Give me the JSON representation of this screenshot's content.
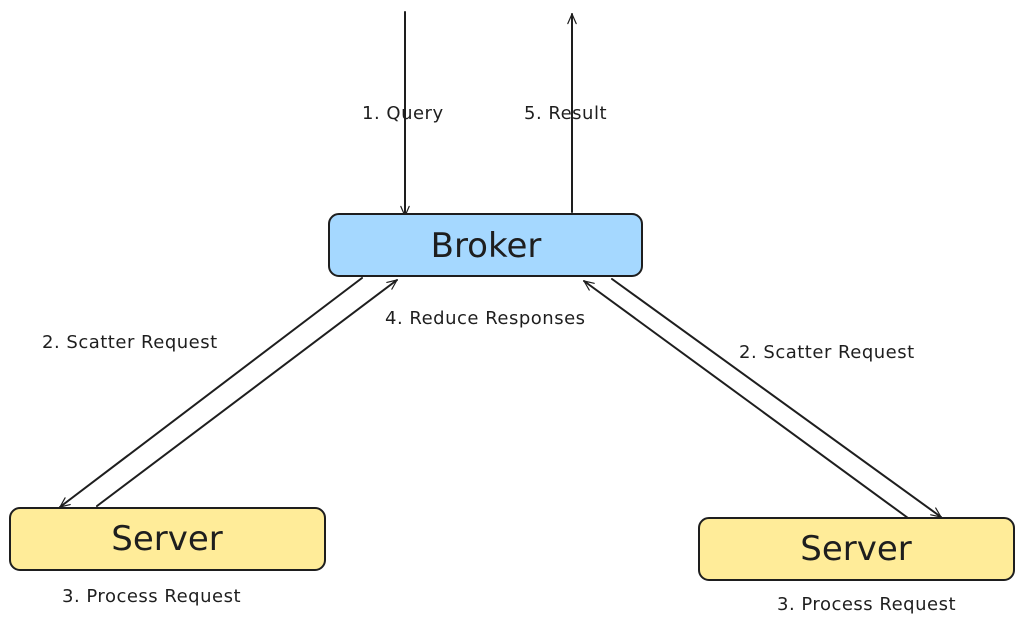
{
  "nodes": {
    "broker": {
      "label": "Broker",
      "fill": "#a5d8ff"
    },
    "server_left": {
      "label": "Server",
      "fill": "#ffec99"
    },
    "server_right": {
      "label": "Server",
      "fill": "#ffec99"
    }
  },
  "edges": {
    "query": {
      "label": "1. Query"
    },
    "result": {
      "label": "5. Result"
    },
    "scatter_left": {
      "label": "2. Scatter Request"
    },
    "scatter_right": {
      "label": "2. Scatter Request"
    },
    "reduce": {
      "label": "4. Reduce Responses"
    },
    "process_left": {
      "label": "3. Process Request"
    },
    "process_right": {
      "label": "3. Process Request"
    }
  },
  "colors": {
    "stroke": "#1e1e1e",
    "broker_fill": "#a5d8ff",
    "server_fill": "#ffec99"
  }
}
